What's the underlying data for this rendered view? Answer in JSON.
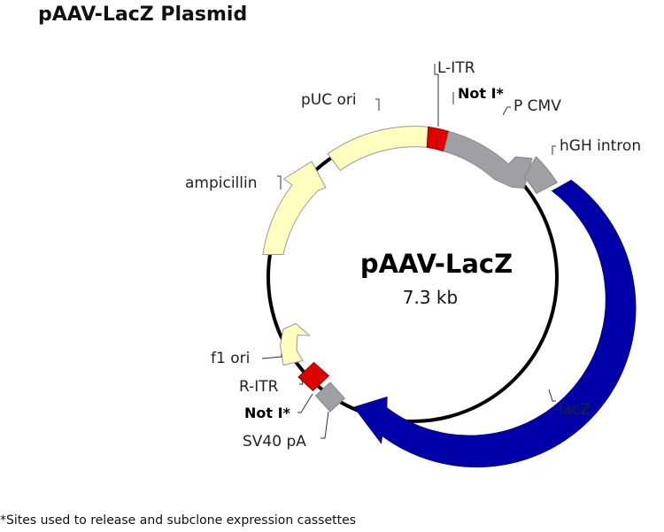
{
  "title": "pAAV-LacZ Plasmid",
  "plasmid": {
    "name": "pAAV-LacZ",
    "size": "7.3 kb"
  },
  "features": {
    "l_itr": "L-ITR",
    "not1_top": "Not I*",
    "p_cmv": "P CMV",
    "hgh_intron": "hGH intron",
    "lacz": "lacZ",
    "sv40_pa": "SV40 pA",
    "not1_bottom": "Not I*",
    "r_itr": "R-ITR",
    "f1_ori": "f1 ori",
    "ampicillin": "ampicillin",
    "puc_ori": "pUC ori"
  },
  "footnote": "*Sites used to release and subclone expression cassettes",
  "colors": {
    "itr": "#dd0000",
    "promoter_grey": "#a0a0a4",
    "lacz_blue": "#0000a8",
    "bacterial_yellow": "#ffffc0",
    "backbone": "#000000"
  }
}
